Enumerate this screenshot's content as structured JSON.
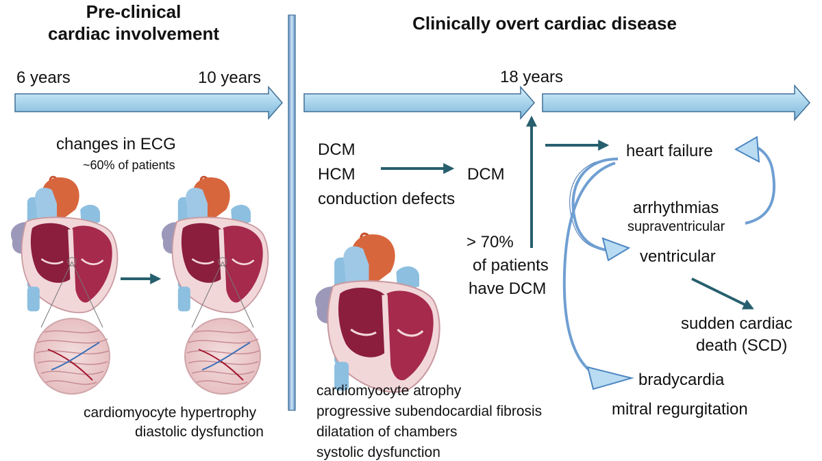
{
  "headers": {
    "preclinical_line1": "Pre-clinical",
    "preclinical_line2": "cardiac involvement",
    "clinical": "Clinically overt cardiac disease"
  },
  "timeline": {
    "age_6": "6 years",
    "age_10": "10 years",
    "age_18": "18 years"
  },
  "preclinical": {
    "ecg_title": "changes in ECG",
    "ecg_subtitle": "~60% of patients",
    "findings": [
      "cardiomyocyte hypertrophy",
      "diastolic dysfunction"
    ]
  },
  "clinical": {
    "early_phenotypes": [
      "DCM",
      "HCM",
      "conduction defects"
    ],
    "progression_target": "DCM",
    "dcm_stat_line1": "> 70%",
    "dcm_stat_line2": "of patients",
    "dcm_stat_line3": "have DCM",
    "findings": [
      "cardiomyocyte atrophy",
      "progressive subendocardial fibrosis",
      "dilatation of chambers",
      "systolic dysfunction"
    ]
  },
  "outcomes": {
    "heart_failure": "heart failure",
    "arrhythmias": "arrhythmias",
    "supraventricular": "supraventricular",
    "ventricular": "ventricular",
    "scd_line1": "sudden cardiac",
    "scd_line2": "death (SCD)",
    "bradycardia": "bradycardia",
    "mitral": "mitral regurgitation"
  },
  "colors": {
    "timeline_fill": "#a9d4ec",
    "timeline_stroke": "#3f6f96",
    "arrow_dark": "#275f6e",
    "curve_blue": "#6f9fd2",
    "heart_muscle": "#8b1e3d",
    "aorta": "#d8663d",
    "vessel": "#8cbfe0",
    "tissue": "#e9b8bc"
  }
}
